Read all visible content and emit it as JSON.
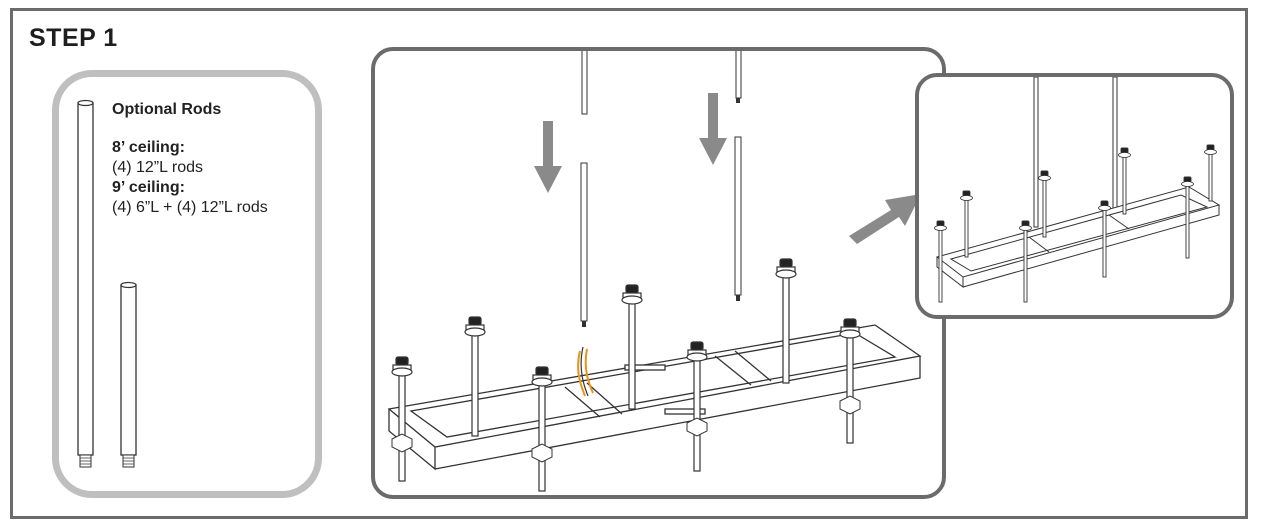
{
  "step": {
    "title": "STEP 1"
  },
  "optional_rods": {
    "title": "Optional Rods",
    "ceiling_8": {
      "label": "8’ ceiling:",
      "detail": "(4) 12”L rods"
    },
    "ceiling_9": {
      "label": "9’ ceiling:",
      "detail": "(4) 6”L + (4) 12”L rods"
    }
  },
  "icons": [
    "down-arrow-icon",
    "down-arrow-icon",
    "diagonal-arrow-icon"
  ],
  "colors": {
    "frame": "#6b6b6b",
    "rod_panel_border": "#bfbfbf",
    "arrow": "#8a8a8a",
    "wire": "#e8941a"
  }
}
